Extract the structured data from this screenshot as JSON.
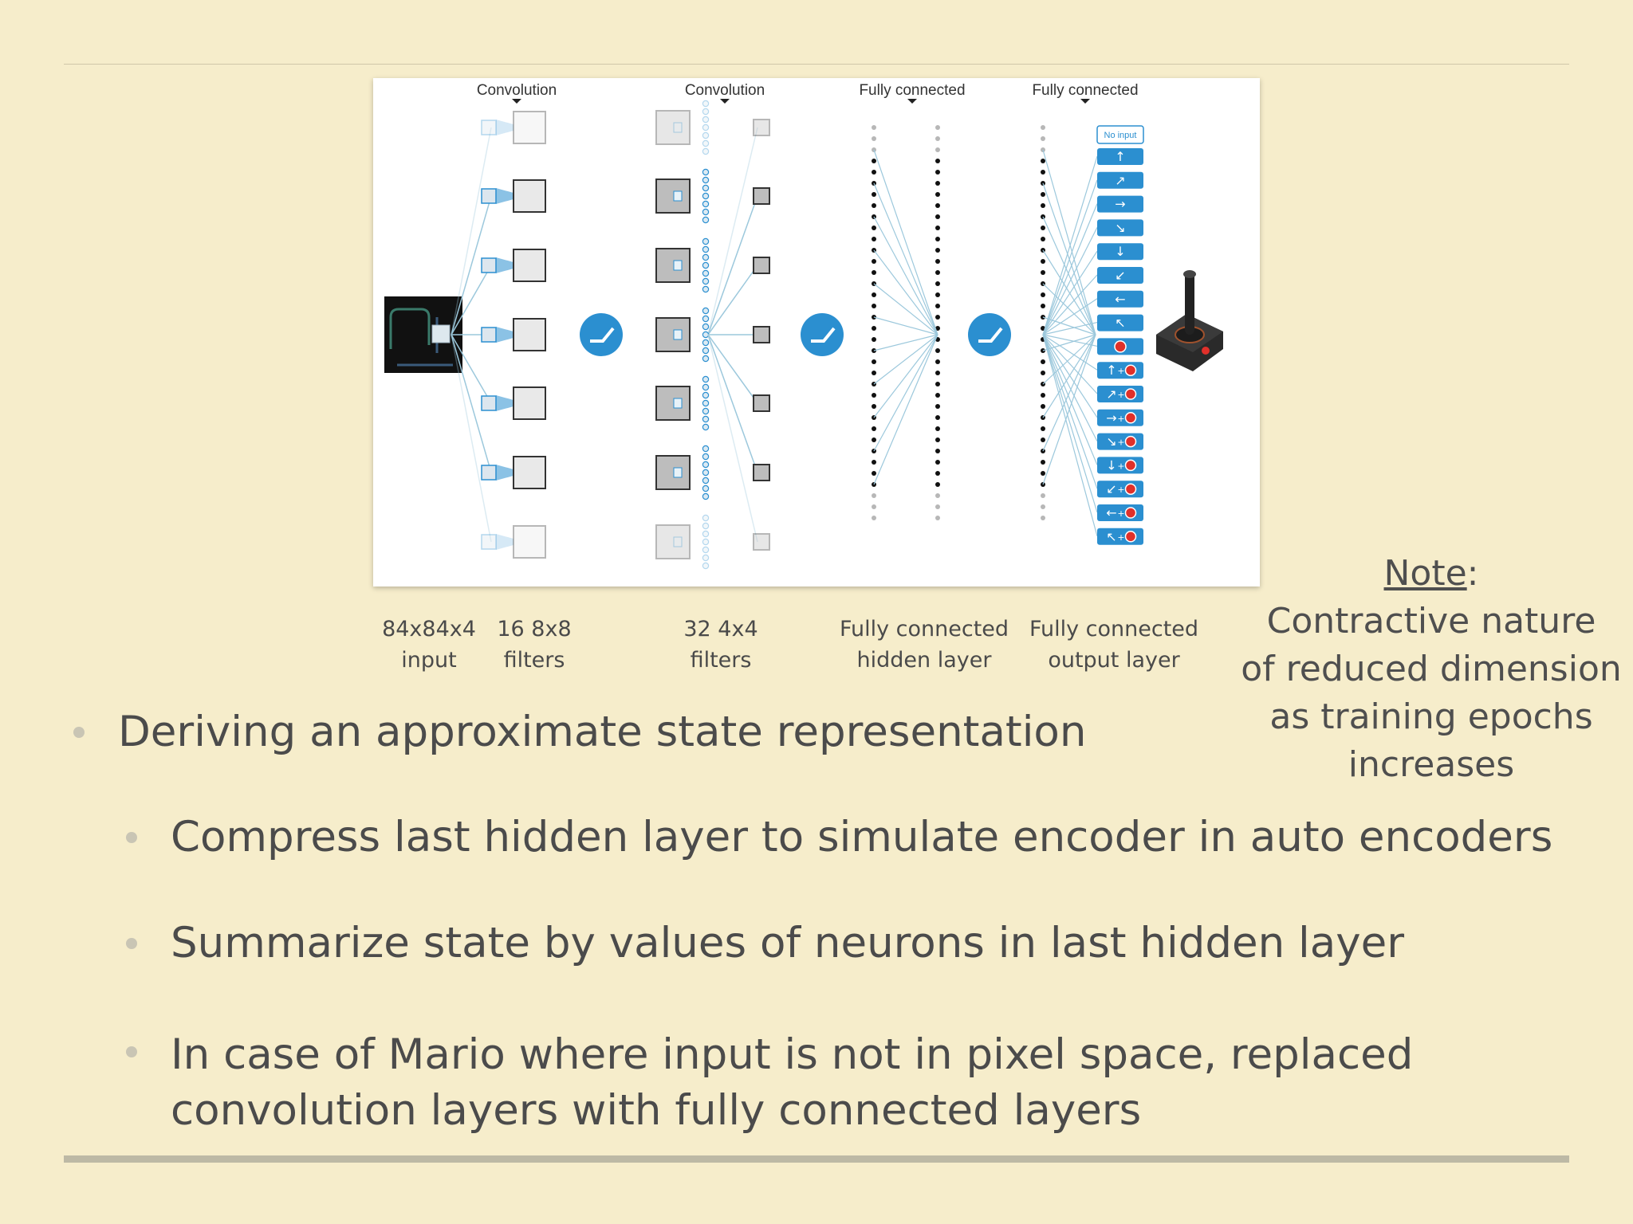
{
  "diagram": {
    "headers": [
      "Convolution",
      "Convolution",
      "Fully connected",
      "Fully connected"
    ],
    "no_input_label": "No input",
    "action_glyphs": [
      "↑",
      "↗",
      "→",
      "↘",
      "↓",
      "↙",
      "←",
      "↖",
      "●",
      "↑+●",
      "↗+●",
      "→+●",
      "↘+●",
      "↓+●",
      "↙+●",
      "←+●",
      "↖+●"
    ],
    "accent_color": "#2b8fd0",
    "fire_color": "#e0302a"
  },
  "captions": [
    {
      "line1": "84x84x4",
      "line2": "input"
    },
    {
      "line1": "16 8x8",
      "line2": "filters"
    },
    {
      "line1": "32 4x4",
      "line2": "filters"
    },
    {
      "line1": "Fully connected",
      "line2": "hidden layer"
    },
    {
      "line1": "Fully connected",
      "line2": "output layer"
    }
  ],
  "note": {
    "heading": "Note",
    "heading_suffix": ":",
    "lines": [
      "Contractive nature",
      "of reduced dimension",
      "as training epochs",
      "increases"
    ]
  },
  "bullets": {
    "main": "Deriving an approximate state representation",
    "sub": [
      "Compress last hidden layer to simulate encoder in auto encoders",
      "Summarize state by values of neurons in last hidden layer",
      "In case of Mario where input is not in pixel space, replaced convolution layers with fully connected layers"
    ]
  }
}
